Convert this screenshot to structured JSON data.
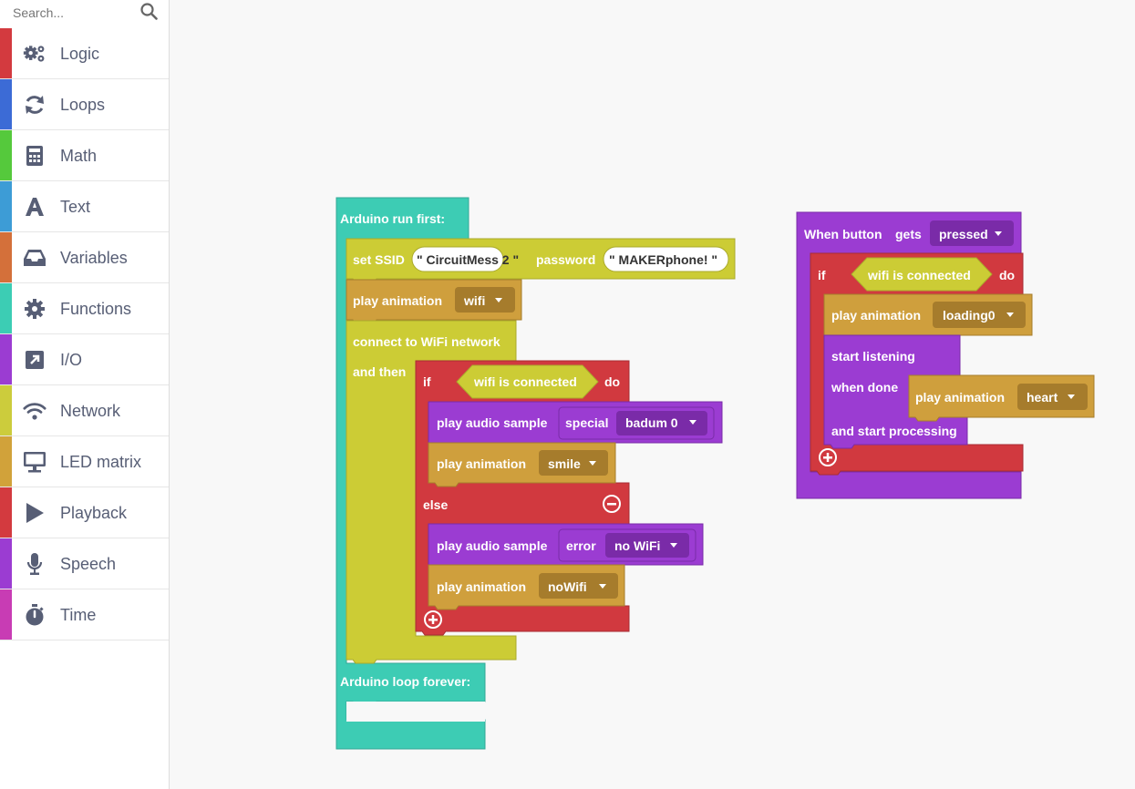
{
  "search": {
    "placeholder": "Search..."
  },
  "categories": [
    {
      "label": "Logic",
      "color": "#d33a3f",
      "icon": "gears-icon"
    },
    {
      "label": "Loops",
      "color": "#3c6bd6",
      "icon": "refresh-icon"
    },
    {
      "label": "Math",
      "color": "#55c93c",
      "icon": "calculator-icon"
    },
    {
      "label": "Text",
      "color": "#3d9cd6",
      "icon": "font-icon"
    },
    {
      "label": "Variables",
      "color": "#d4703a",
      "icon": "inbox-icon"
    },
    {
      "label": "Functions",
      "color": "#3ccdb4",
      "icon": "gear-icon"
    },
    {
      "label": "I/O",
      "color": "#9b3cd2",
      "icon": "external-link-icon"
    },
    {
      "label": "Network",
      "color": "#cccc3c",
      "icon": "wifi-icon"
    },
    {
      "label": "LED matrix",
      "color": "#d1a23a",
      "icon": "monitor-icon"
    },
    {
      "label": "Playback",
      "color": "#d33a3f",
      "icon": "play-icon"
    },
    {
      "label": "Speech",
      "color": "#9b3cd2",
      "icon": "microphone-icon"
    },
    {
      "label": "Time",
      "color": "#c83cb4",
      "icon": "stopwatch-icon"
    }
  ],
  "colors": {
    "teal": "#3dccb4",
    "yellow": "#cccc35",
    "yellow_dark": "#a8a82c",
    "gold": "#cf9f3d",
    "gold_dark": "#a67c2c",
    "red": "#d1393f",
    "purple": "#9b3cd2",
    "purple_dark": "#7a2ba8"
  },
  "blocks": {
    "run_first": "Arduino run first:",
    "set_ssid": "set SSID",
    "ssid_value": "\" CircuitMess 2 \"",
    "password": "password",
    "password_value": "\" MAKERphone! \"",
    "play_animation": "play animation",
    "anim_wifi": "wifi",
    "connect_wifi": "connect to WiFi network",
    "and_then": "and then",
    "if": "if",
    "wifi_connected": "wifi is connected",
    "do": "do",
    "play_audio_sample": "play audio sample",
    "special": "special",
    "badum": "badum 0",
    "anim_smile": "smile",
    "else": "else",
    "error": "error",
    "no_wifi": "no WiFi",
    "anim_nowifi": "noWifi",
    "loop_forever": "Arduino loop forever:",
    "when_button": "When button",
    "gets": "gets",
    "pressed": "pressed",
    "anim_loading": "loading0",
    "start_listening": "start listening",
    "when_done": "when done",
    "anim_heart": "heart",
    "start_processing": "and start processing"
  }
}
